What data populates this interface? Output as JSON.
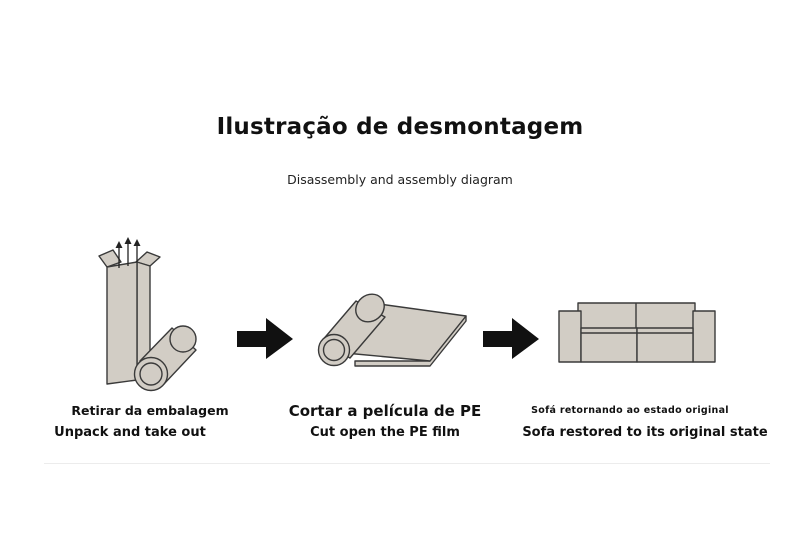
{
  "header": {
    "title": "Ilustração de desmontagem",
    "subtitle": "Disassembly and assembly diagram"
  },
  "steps": [
    {
      "label_pt": "Retirar da embalagem",
      "label_en": "Unpack and take out"
    },
    {
      "label_pt": "Cortar a película de PE",
      "label_en": "Cut open the PE film"
    },
    {
      "label_pt": "Sofá retornando ao estado original",
      "label_en": "Sofa restored to its original state"
    }
  ],
  "colors": {
    "fill": "#d2cdc5",
    "stroke": "#3a3a3a",
    "arrow": "#111111"
  },
  "icons": [
    "box-with-up-arrows-icon",
    "rolled-sofa-icon",
    "arrow-right-icon",
    "unrolling-sofa-icon",
    "sofa-icon"
  ]
}
